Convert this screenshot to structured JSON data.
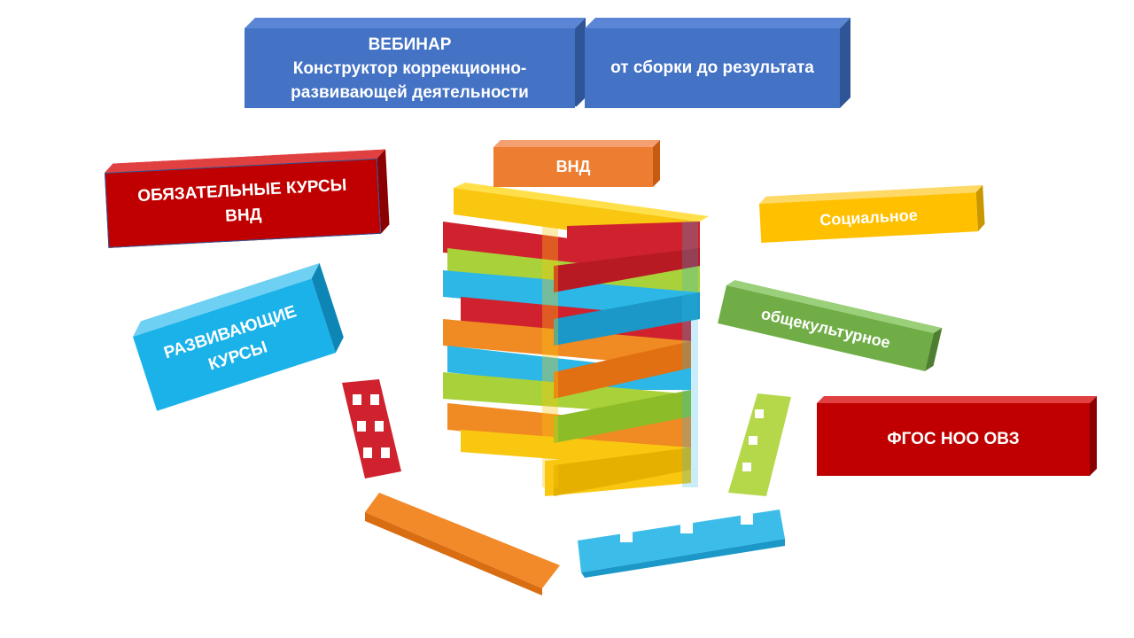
{
  "header": {
    "left_line1": "ВЕБИНАР",
    "left_line2": "Конструктор коррекционно-",
    "left_line3": "развивающей деятельности",
    "right": "от сборки до результата"
  },
  "labels": {
    "vnd": "ВНД",
    "mandatory_line1": "ОБЯЗАТЕЛЬНЫЕ КУРСЫ",
    "mandatory_line2": "ВНД",
    "developing_line1": "РАЗВИВАЮЩИЕ",
    "developing_line2": "КУРСЫ",
    "social": "Социальное",
    "general_cultural": "общекультурное",
    "fgos": "ФГОС НОО ОВЗ"
  },
  "colors": {
    "blue": "#4472c4",
    "orange": "#ed7d31",
    "red": "#c00000",
    "yellow": "#ffc000",
    "green": "#70ad47",
    "cyan": "#1ab2e8"
  }
}
